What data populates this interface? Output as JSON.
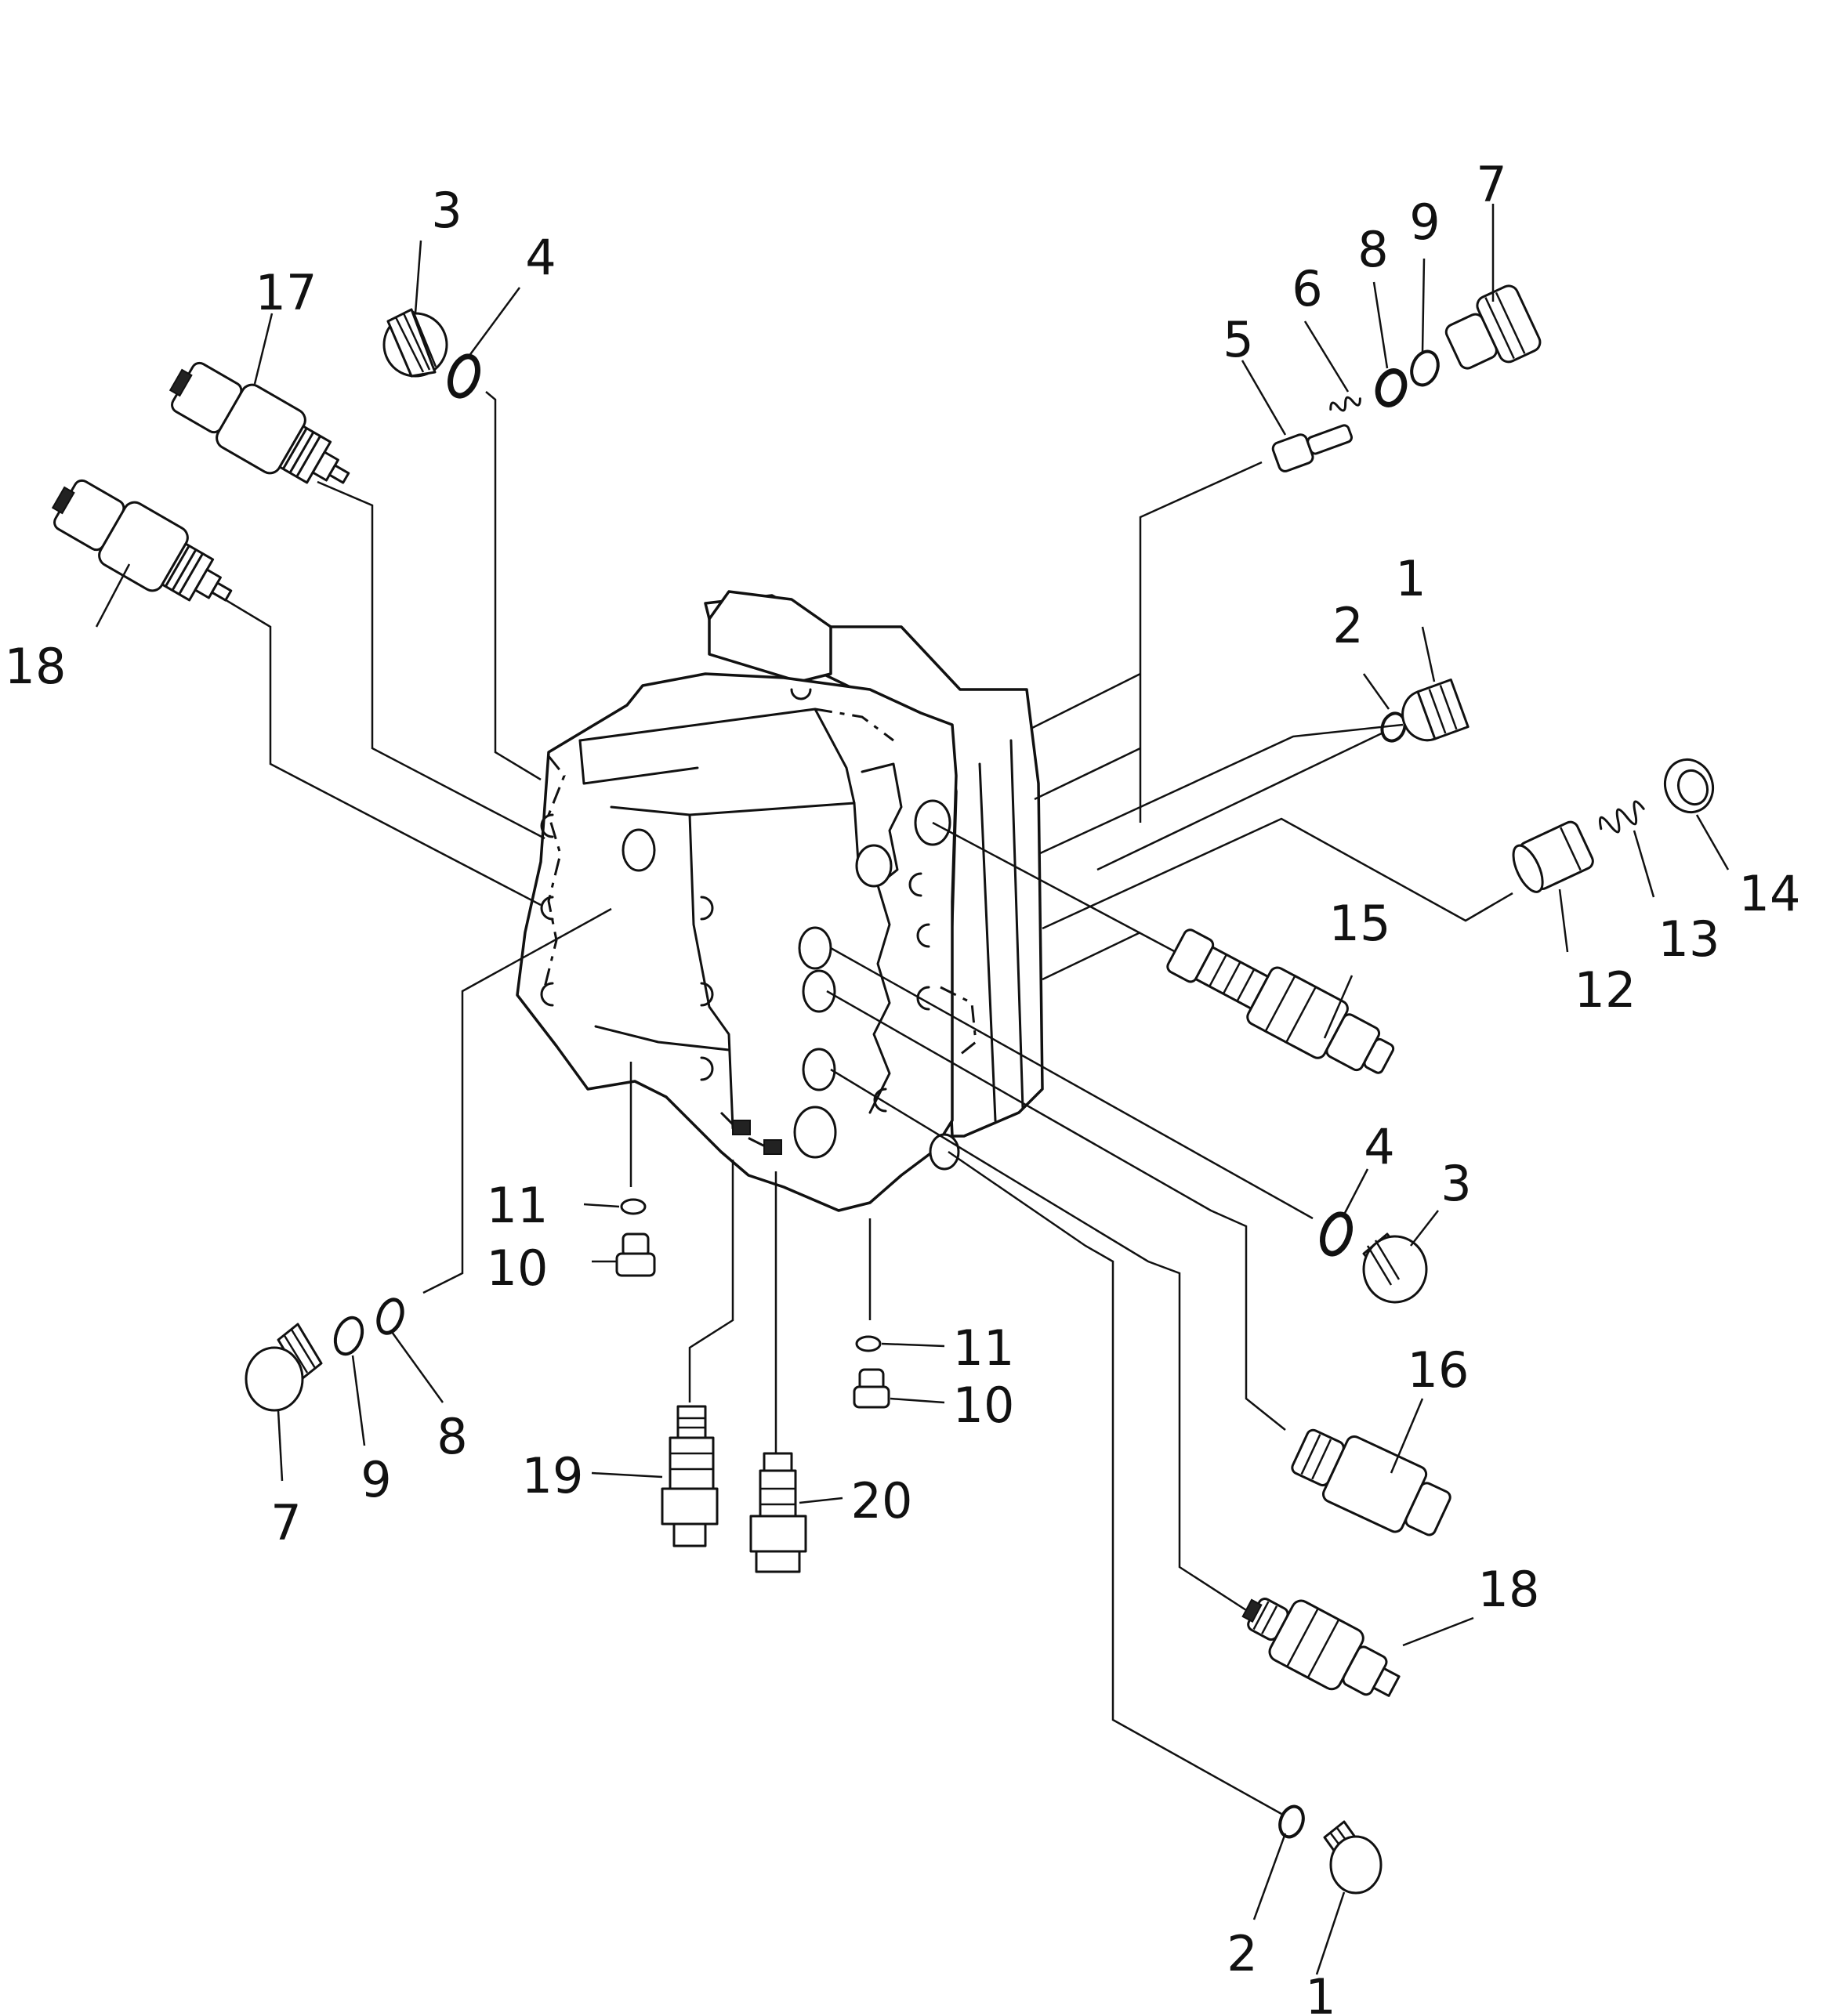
{
  "labels": [
    {
      "text": "1"
    },
    {
      "text": "1"
    },
    {
      "text": "2"
    },
    {
      "text": "2"
    },
    {
      "text": "3"
    },
    {
      "text": "3"
    },
    {
      "text": "4"
    },
    {
      "text": "4"
    },
    {
      "text": "5"
    },
    {
      "text": "6"
    },
    {
      "text": "7"
    },
    {
      "text": "7"
    },
    {
      "text": "8"
    },
    {
      "text": "8"
    },
    {
      "text": "9"
    },
    {
      "text": "9"
    },
    {
      "text": "10"
    },
    {
      "text": "10"
    },
    {
      "text": "11"
    },
    {
      "text": "11"
    },
    {
      "text": "12"
    },
    {
      "text": "13"
    },
    {
      "text": "14"
    },
    {
      "text": "15"
    },
    {
      "text": "16"
    },
    {
      "text": "17"
    },
    {
      "text": "18"
    },
    {
      "text": "18"
    },
    {
      "text": "19"
    },
    {
      "text": "20"
    }
  ]
}
